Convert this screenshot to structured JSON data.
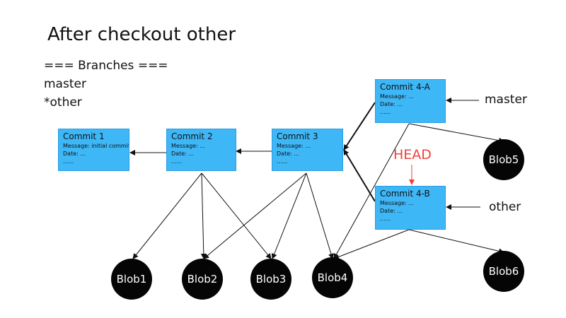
{
  "title": "After checkout other",
  "branches": {
    "header": "=== Branches ===",
    "items": [
      "master",
      "*other"
    ]
  },
  "commits": [
    {
      "title": "Commit 1",
      "message": "Message: initial commit",
      "date": "Date: ...",
      "extra": "......"
    },
    {
      "title": "Commit 2",
      "message": "Message: ...",
      "date": "Date: ...",
      "extra": "......"
    },
    {
      "title": "Commit 3",
      "message": "Message: ...",
      "date": "Date: ...",
      "extra": "......"
    },
    {
      "title": "Commit 4-A",
      "message": "Message: ...",
      "date": "Date: ...",
      "extra": "......"
    },
    {
      "title": "Commit 4-B",
      "message": "Message: ...",
      "date": "Date: ...",
      "extra": "......"
    }
  ],
  "blobs": [
    "Blob1",
    "Blob2",
    "Blob3",
    "Blob4",
    "Blob5",
    "Blob6"
  ],
  "refs": {
    "master": "master",
    "other": "other",
    "head": "HEAD"
  },
  "colors": {
    "commit_fill": "#3eb7f7",
    "blob_fill": "#050505",
    "head": "#f0403a"
  }
}
